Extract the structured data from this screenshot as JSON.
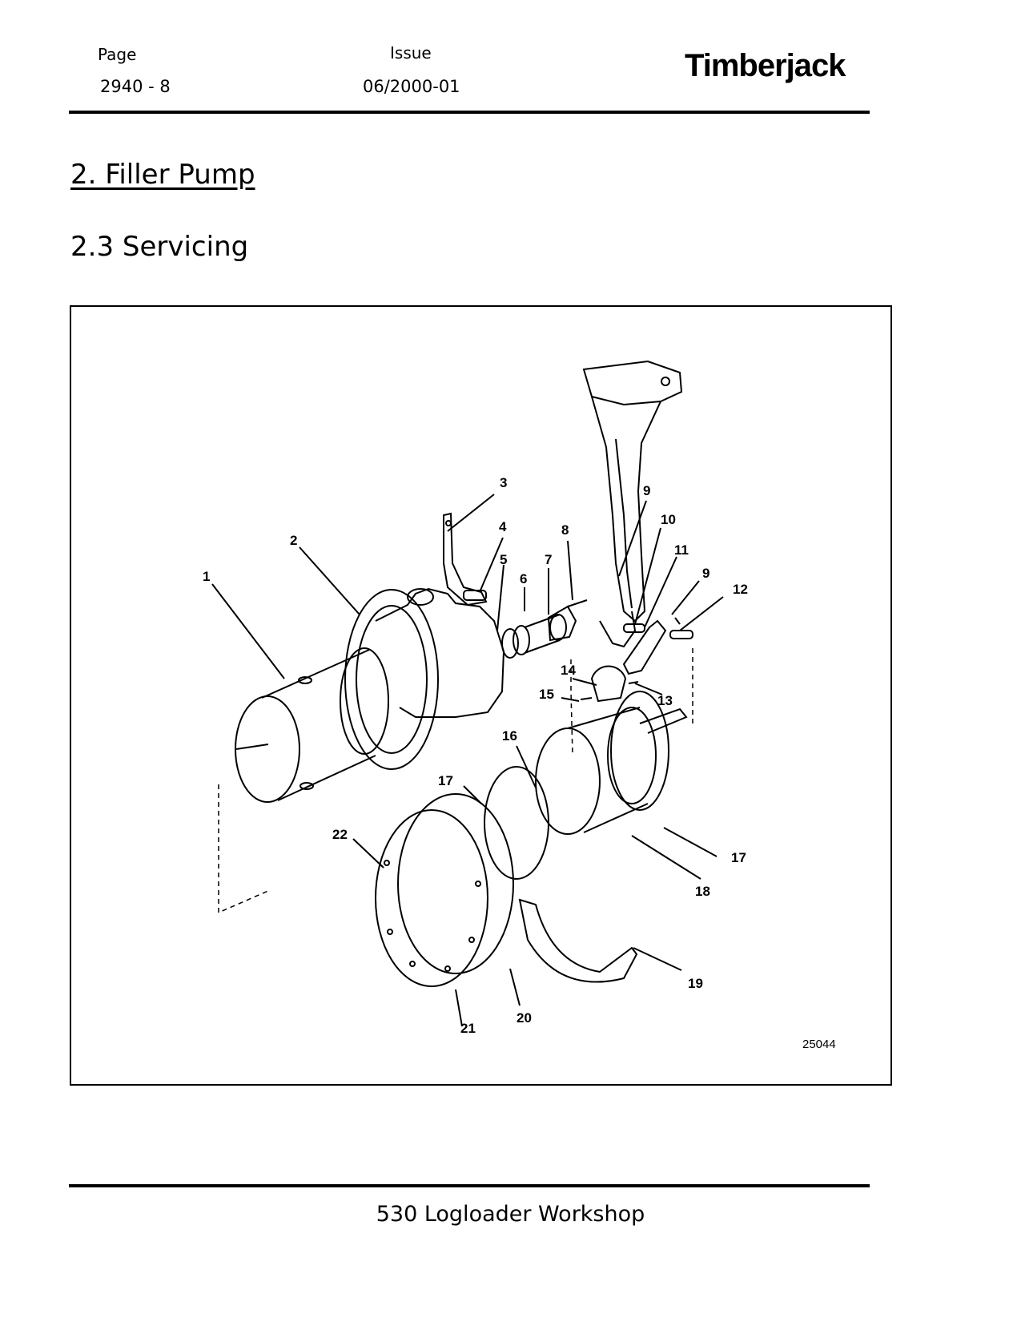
{
  "header": {
    "page_label": "Page",
    "page_value": "2940 - 8",
    "issue_label": "Issue",
    "issue_value": "06/2000-01",
    "brand": "Timberjack"
  },
  "section": {
    "heading": "2.  Filler Pump",
    "subheading": "2.3  Servicing"
  },
  "figure": {
    "number": "25044",
    "callouts": [
      "1",
      "2",
      "3",
      "4",
      "5",
      "6",
      "7",
      "8",
      "9",
      "10",
      "11",
      "9",
      "12",
      "14",
      "13",
      "15",
      "16",
      "17",
      "17",
      "22",
      "18",
      "19",
      "20",
      "21"
    ]
  },
  "footer": {
    "title": "530 Logloader Workshop"
  }
}
